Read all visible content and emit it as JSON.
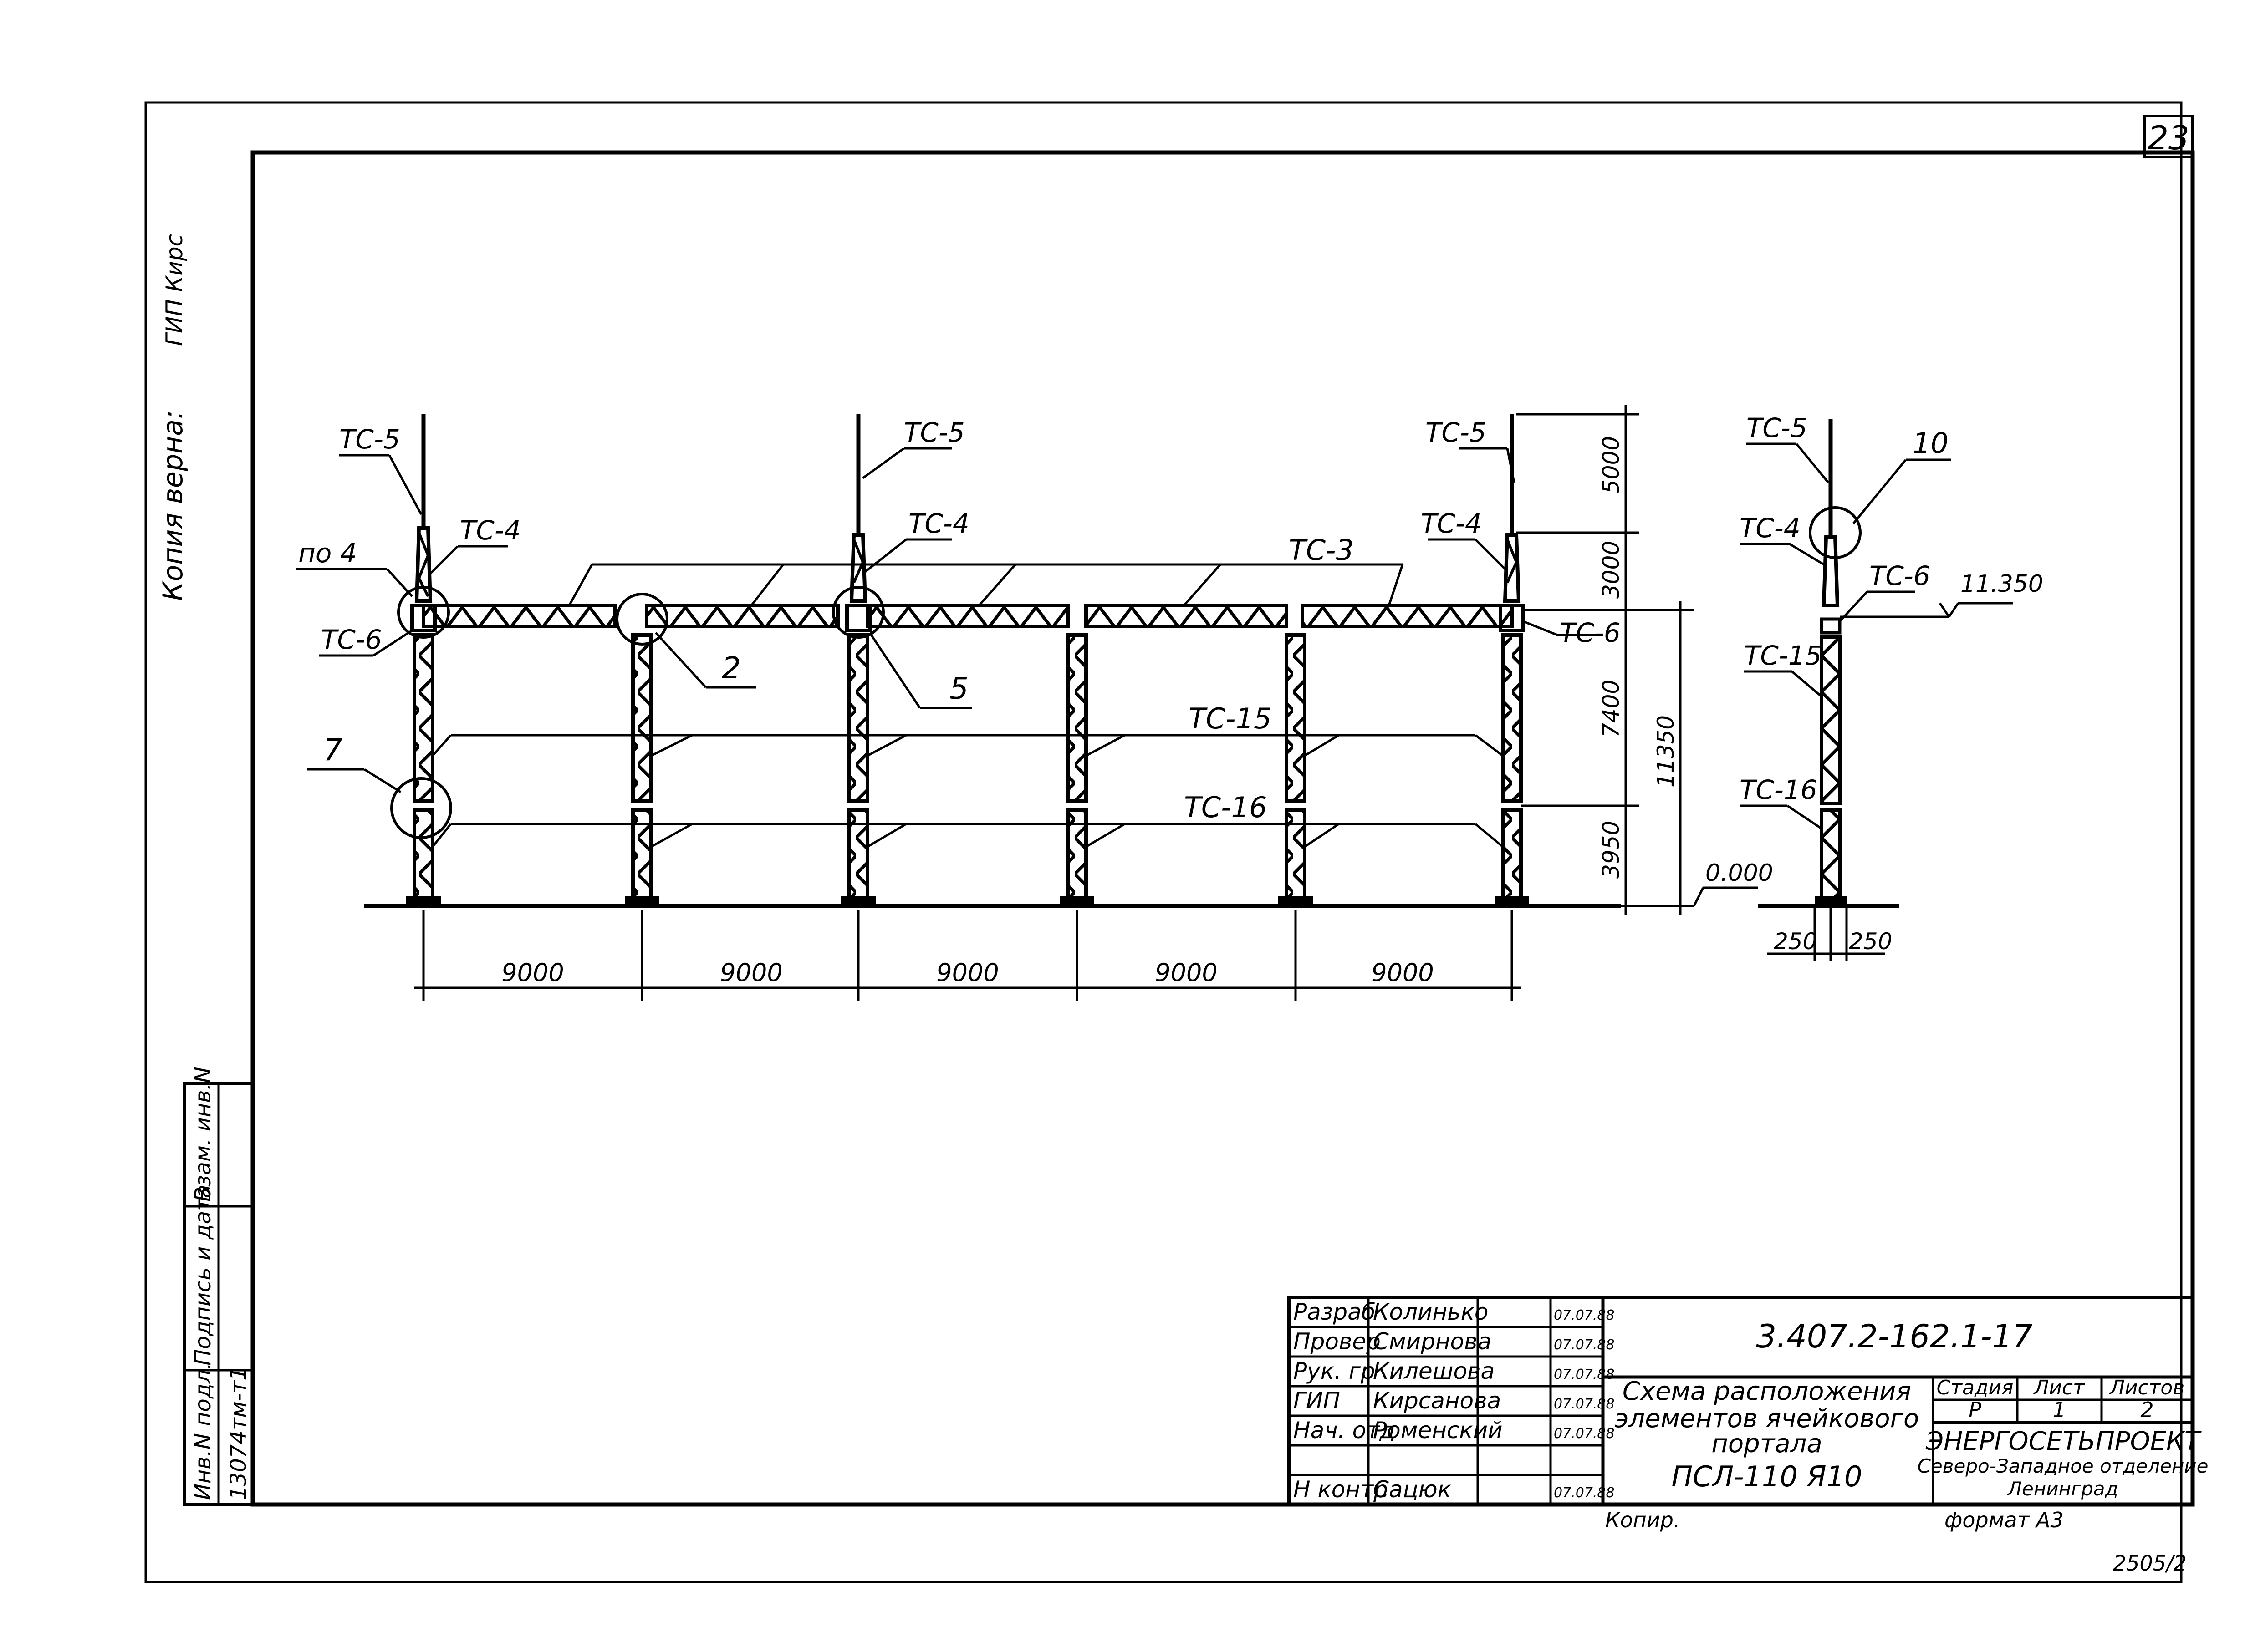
{
  "sheet": {
    "page_number": "23",
    "copy_note": "Копия верна:",
    "copy_note_sign": "ГИП Кирс",
    "copied_by": "Копир.",
    "format": "формат А3",
    "archive_number": "2505/2"
  },
  "left_stamp": {
    "inv_orig": "Инв.N подл.",
    "sign_date": "Подпись и дата",
    "inv_repl": "Взам. инв.N",
    "inv_value": "13074тм-т1"
  },
  "elevation": {
    "spans": [
      "9000",
      "9000",
      "9000",
      "9000",
      "9000"
    ],
    "dims_right": [
      "5000",
      "3000",
      "7400",
      "3950"
    ],
    "total_height": "11350",
    "level_zero": "0.000",
    "labels": {
      "tc5_a": "ТС-5",
      "tc5_b": "ТС-5",
      "tc5_c": "ТС-5",
      "tc4_a": "ТС-4",
      "tc4_b": "ТС-4",
      "tc4_c": "ТС-4",
      "tc3": "ТС-3",
      "tc6_a": "ТС-6",
      "tc6_b": "ТС-6",
      "tc15": "ТС-15",
      "tc16": "ТС-16",
      "po4": "по 4",
      "node2": "2",
      "node5": "5",
      "node7": "7"
    }
  },
  "side_view": {
    "labels": {
      "tc5": "ТС-5",
      "tc4": "ТС-4",
      "tc6": "ТС-6",
      "tc15": "ТС-15",
      "tc16": "ТС-16",
      "node10": "10"
    },
    "level": "11.350",
    "dim_left": "250",
    "dim_right": "250"
  },
  "title_block": {
    "code": "3.407.2-162.1-17",
    "title_lines": [
      "Схема расположения",
      "элементов ячейкового",
      "портала",
      "ПСЛ-110 Я10"
    ],
    "roles": [
      {
        "role": "Разраб",
        "name": "Колинько",
        "date": "07.07.88"
      },
      {
        "role": "Провер",
        "name": "Смирнова",
        "date": "07.07.88"
      },
      {
        "role": "Рук. гр",
        "name": "Килешова",
        "date": "07.07.88"
      },
      {
        "role": "ГИП",
        "name": "Кирсанова",
        "date": "07.07.88"
      },
      {
        "role": "Нач. отд",
        "name": "Роменский",
        "date": "07.07.88"
      },
      {
        "role": "",
        "name": "",
        "date": ""
      },
      {
        "role": "Н контр",
        "name": "Сацюк",
        "date": "07.07.88"
      }
    ],
    "stage_header": "Стадия",
    "sheet_header": "Лист",
    "sheets_header": "Листов",
    "stage": "Р",
    "sheet": "1",
    "sheets": "2",
    "org": "ЭНЕРГОСЕТЬПРОЕКТ",
    "org_branch": "Северо-Западное отделение",
    "org_city": "Ленинград"
  }
}
